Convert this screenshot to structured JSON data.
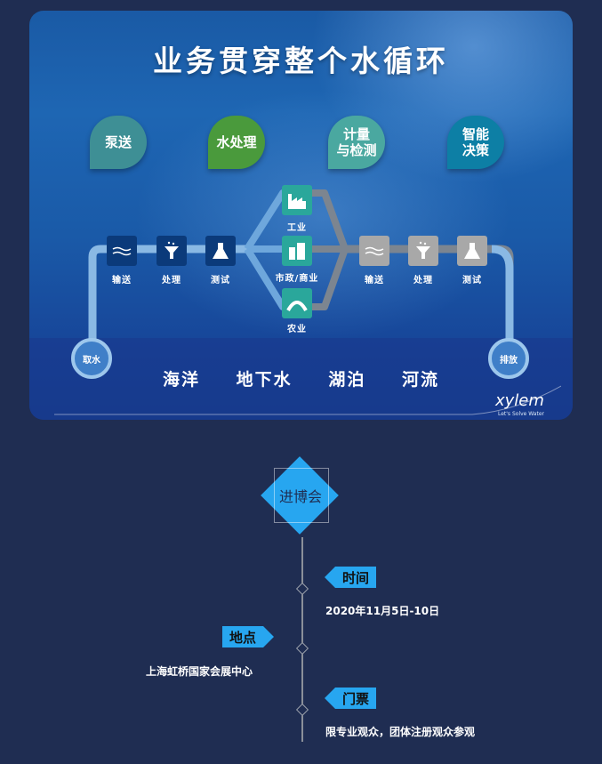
{
  "hero": {
    "title": "业务贯穿整个水循环",
    "categories": [
      {
        "label": "泵送",
        "color": "#3e8f95"
      },
      {
        "label": "水处理",
        "color": "#4a9a3c"
      },
      {
        "label": "计量\n与检测",
        "color": "#4aa8a0"
      },
      {
        "label": "智能\n决策",
        "color": "#0d7fa5"
      }
    ],
    "left_nodes": [
      {
        "icon": "transport-icon",
        "label": "输送"
      },
      {
        "icon": "filter-icon",
        "label": "处理"
      },
      {
        "icon": "flask-icon",
        "label": "测试"
      }
    ],
    "middle_nodes": [
      {
        "icon": "factory-icon",
        "label": "工业"
      },
      {
        "icon": "building-icon",
        "label": "市政/商业"
      },
      {
        "icon": "bridge-icon",
        "label": "农业"
      }
    ],
    "right_nodes": [
      {
        "icon": "transport-icon",
        "label": "输送"
      },
      {
        "icon": "filter-icon",
        "label": "处理"
      },
      {
        "icon": "flask-icon",
        "label": "测试"
      }
    ],
    "intake_label": "取水",
    "discharge_label": "排放",
    "sources": [
      "海洋",
      "地下水",
      "湖泊",
      "河流"
    ],
    "brand": "xylem",
    "brand_tagline": "Let's Solve Water",
    "colors": {
      "left_node": "#0b3a7a",
      "middle_node": "#2aa79b",
      "right_node": "#a8a8a8"
    }
  },
  "event": {
    "title": "进博会",
    "items": [
      {
        "tag": "时间",
        "value": "2020年11月5日-10日"
      },
      {
        "tag": "地点",
        "value": "上海虹桥国家会展中心"
      },
      {
        "tag": "门票",
        "value": "限专业观众，团体注册观众参观"
      }
    ],
    "accent": "#27a6f0"
  }
}
